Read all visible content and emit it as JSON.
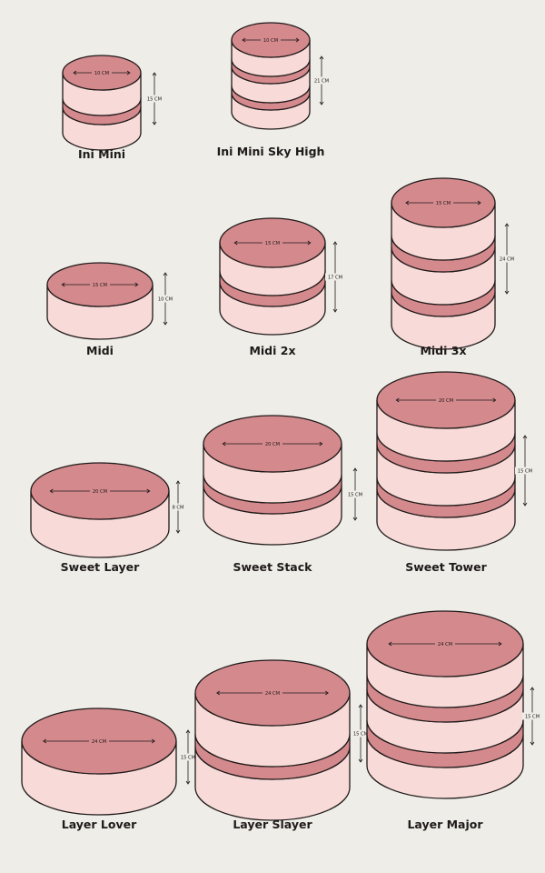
{
  "colors": {
    "background": "#efede7",
    "cake_top": "#d4898d",
    "cake_side": "#f8dbd8",
    "filling": "#d4898d",
    "outline": "#1f1a1a"
  },
  "cakes": [
    {
      "name": "Ini Mini",
      "top_label": "10 CM",
      "height_label": "15 CM",
      "layers": 2
    },
    {
      "name": "Ini Mini Sky High",
      "top_label": "10 CM",
      "height_label": "21 CM",
      "layers": 3
    },
    {
      "name": "Midi",
      "top_label": "15 CM",
      "height_label": "10 CM",
      "layers": 1
    },
    {
      "name": "Midi 2x",
      "top_label": "15 CM",
      "height_label": "17 CM",
      "layers": 2
    },
    {
      "name": "Midi 3x",
      "top_label": "15 CM",
      "height_label": "24 CM",
      "layers": 3
    },
    {
      "name": "Sweet Layer",
      "top_label": "20 CM",
      "height_label": "8 CM",
      "layers": 1
    },
    {
      "name": "Sweet Stack",
      "top_label": "20 CM",
      "height_label": "15 CM",
      "layers": 2
    },
    {
      "name": "Sweet Tower",
      "top_label": "20 CM",
      "height_label": "15 CM",
      "layers": 3
    },
    {
      "name": "Layer Lover",
      "top_label": "24 CM",
      "height_label": "15 CM",
      "layers": 1
    },
    {
      "name": "Layer Slayer",
      "top_label": "24 CM",
      "height_label": "15 CM",
      "layers": 2
    },
    {
      "name": "Layer Major",
      "top_label": "24 CM",
      "height_label": "15 CM",
      "layers": 3
    }
  ]
}
